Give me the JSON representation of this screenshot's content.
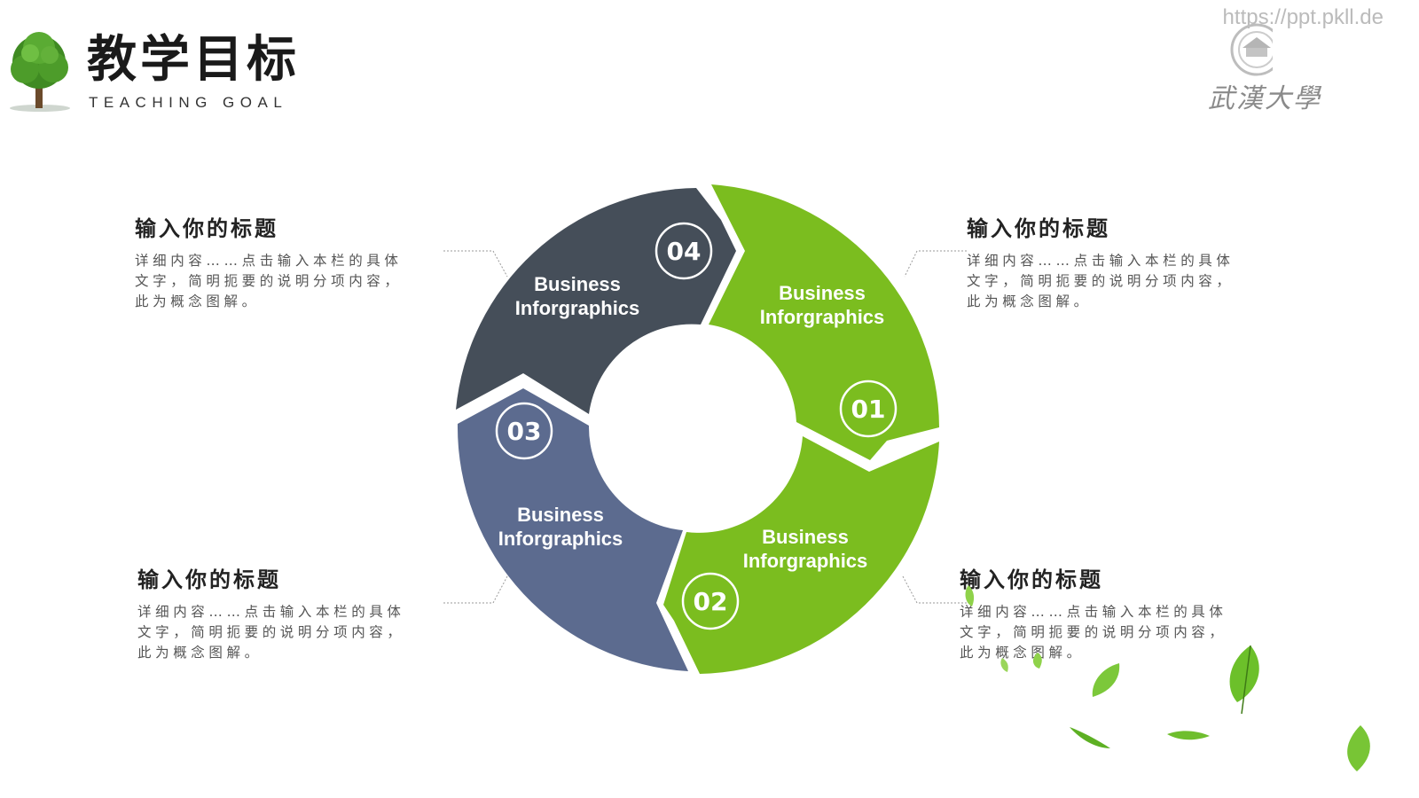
{
  "header": {
    "title": "教学目标",
    "subtitle": "TEACHING GOAL"
  },
  "watermark": {
    "url": "https://ppt.pkll.de",
    "university_name": "武漢大學"
  },
  "diagram": {
    "segments": [
      {
        "number": "01",
        "line1": "Business",
        "line2": "Inforgraphics",
        "color": "#7bbd1f"
      },
      {
        "number": "02",
        "line1": "Business",
        "line2": "Inforgraphics",
        "color": "#7bbd1f"
      },
      {
        "number": "03",
        "line1": "Business",
        "line2": "Inforgraphics",
        "color": "#5c6b8f"
      },
      {
        "number": "04",
        "line1": "Business",
        "line2": "Inforgraphics",
        "color": "#454e59"
      }
    ]
  },
  "text_blocks": {
    "top_left": {
      "title": "输入你的标题",
      "desc": [
        "详细内容……点击输入本栏的具体",
        "文字，简明扼要的说明分项内容，",
        "此为概念图解。"
      ]
    },
    "top_right": {
      "title": "输入你的标题",
      "desc": [
        "详细内容……点击输入本栏的具体",
        "文字，简明扼要的说明分项内容，",
        "此为概念图解。"
      ]
    },
    "bottom_left": {
      "title": "输入你的标题",
      "desc": [
        "详细内容……点击输入本栏的具体",
        "文字，简明扼要的说明分项内容，",
        "此为概念图解。"
      ]
    },
    "bottom_right": {
      "title": "输入你的标题",
      "desc": [
        "详细内容……点击输入本栏的具体",
        "文字，简明扼要的说明分项内容，",
        "此为概念图解。"
      ]
    }
  },
  "colors": {
    "green": "#7bbd1f",
    "slate_blue": "#5c6b8f",
    "dark_slate": "#454e59",
    "connector": "#999999"
  }
}
